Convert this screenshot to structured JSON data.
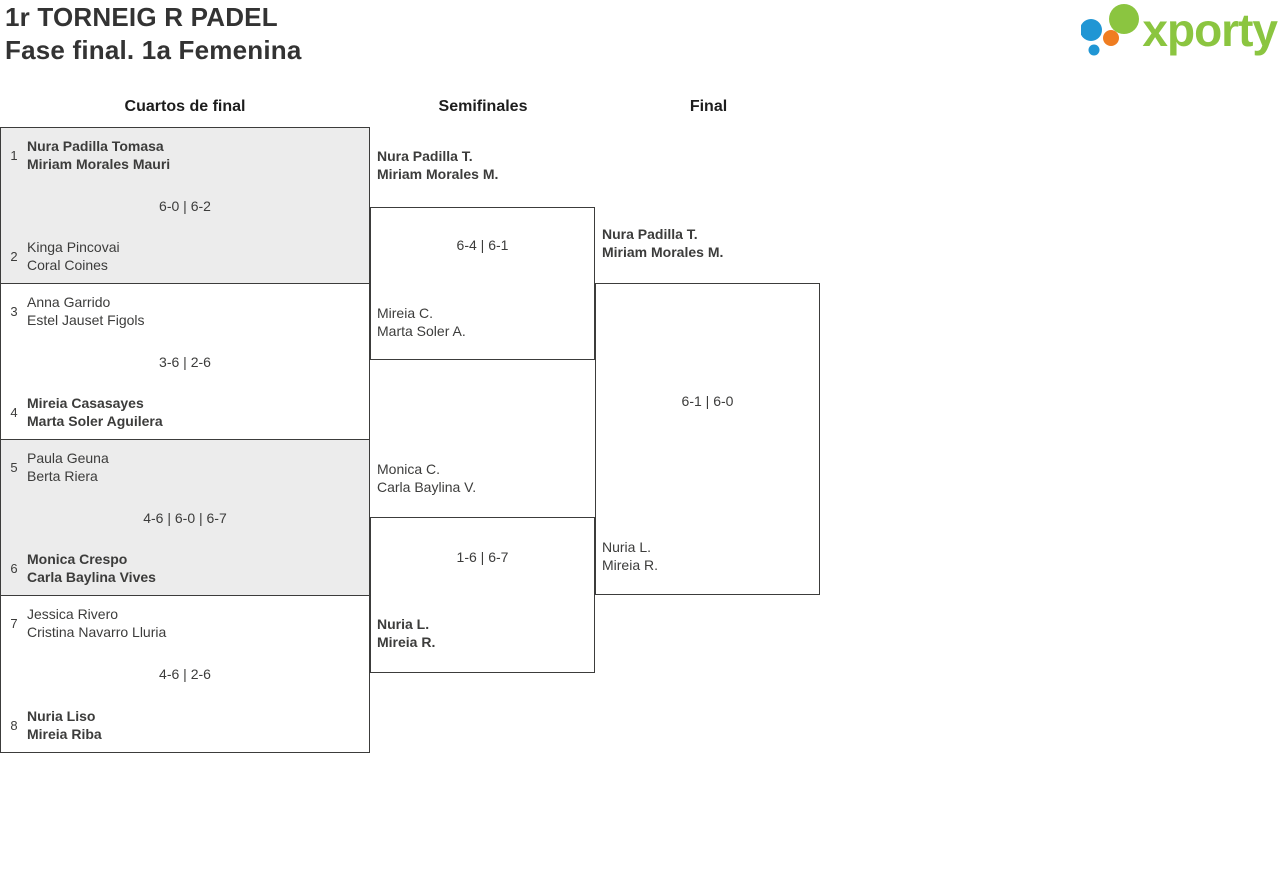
{
  "header": {
    "title_line1": "1r TORNEIG R PADEL",
    "title_line2": "Fase final. 1a Femenina"
  },
  "logo": {
    "text": "xporty",
    "brand_green": "#8bc540",
    "brand_blue": "#2096d4",
    "brand_orange": "#ef7d21"
  },
  "rounds": [
    {
      "label": "Cuartos de final"
    },
    {
      "label": "Semifinales"
    },
    {
      "label": "Final"
    }
  ],
  "quarterfinals": [
    {
      "seed_top": "1",
      "top_line1": "Nura Padilla Tomasa",
      "top_line2": "Miriam Morales Mauri",
      "score": "6-0 | 6-2",
      "seed_bottom": "2",
      "bottom_line1": "Kinga Pincovai",
      "bottom_line2": "Coral Coines"
    },
    {
      "seed_top": "3",
      "top_line1": "Anna Garrido",
      "top_line2": "Estel Jauset Figols",
      "score": "3-6 | 2-6",
      "seed_bottom": "4",
      "bottom_line1": "Mireia Casasayes",
      "bottom_line2": "Marta Soler Aguilera"
    },
    {
      "seed_top": "5",
      "top_line1": "Paula Geuna",
      "top_line2": "Berta Riera",
      "score": "4-6 | 6-0 | 6-7",
      "seed_bottom": "6",
      "bottom_line1": "Monica Crespo",
      "bottom_line2": "Carla Baylina Vives"
    },
    {
      "seed_top": "7",
      "top_line1": "Jessica Rivero",
      "top_line2": "Cristina Navarro Lluria",
      "score": "4-6 | 2-6",
      "seed_bottom": "8",
      "bottom_line1": "Nuria Liso",
      "bottom_line2": "Mireia Riba"
    }
  ],
  "semifinals": [
    {
      "top_line1": "Nura Padilla T.",
      "top_line2": "Miriam Morales M.",
      "score": "6-4 | 6-1",
      "bottom_line1": "Mireia C.",
      "bottom_line2": "Marta Soler A."
    },
    {
      "top_line1": "Monica C.",
      "top_line2": "Carla Baylina V.",
      "score": "1-6 | 6-7",
      "bottom_line1": "Nuria L.",
      "bottom_line2": "Mireia R."
    }
  ],
  "final": {
    "top_line1": "Nura Padilla T.",
    "top_line2": "Miriam Morales M.",
    "score": "6-1 | 6-0",
    "bottom_line1": "Nuria L.",
    "bottom_line2": "Mireia R."
  }
}
